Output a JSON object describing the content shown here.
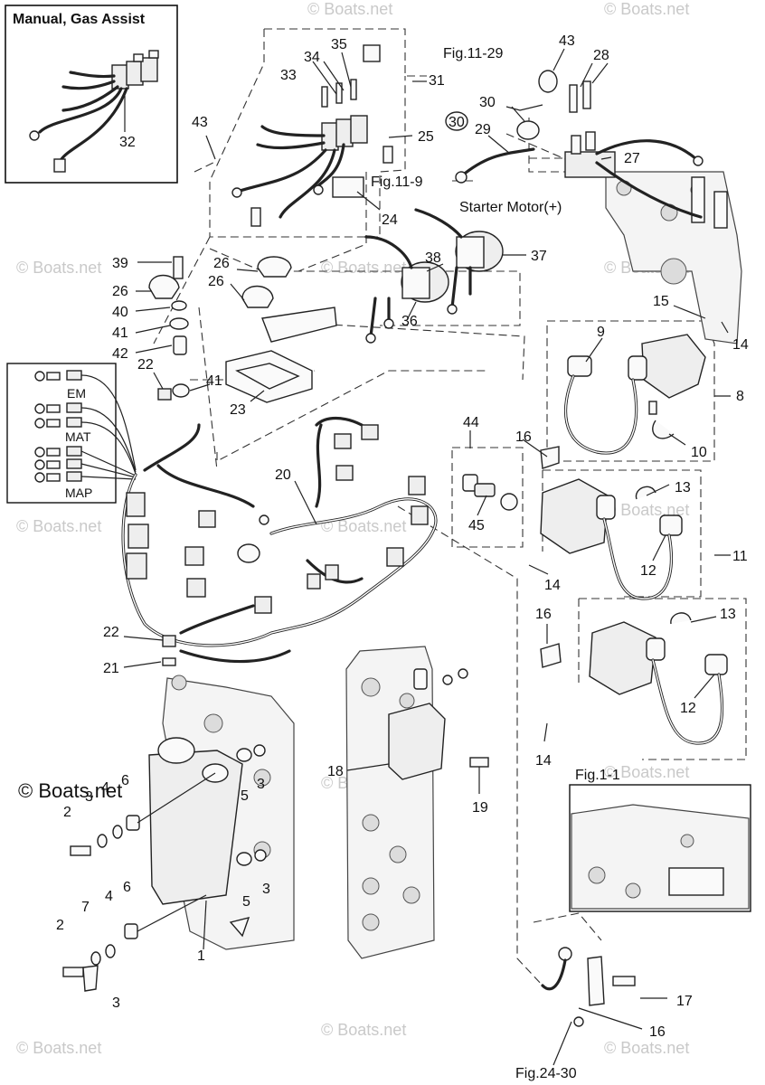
{
  "inset_title": "Manual, Gas Assist",
  "watermark": "© Boats.net",
  "sensor_box_labels": [
    "EM",
    "MAT",
    "MAP"
  ],
  "refs": {
    "fig_11_29": "Fig.11-29",
    "fig_11_9": "Fig.11-9",
    "fig_1_1": "Fig.1-1",
    "fig_24_30": "Fig.24-30",
    "starter_motor": "Starter Motor(+)"
  },
  "callouts": {
    "c32": "32",
    "c33": "33",
    "c34": "34",
    "c35": "35",
    "c31": "31",
    "c25": "25",
    "c24": "24",
    "c43a": "43",
    "c43b": "43",
    "c28": "28",
    "c30a": "30",
    "c30b": "30",
    "c29": "29",
    "c27": "27",
    "c38": "38",
    "c37": "37",
    "c36": "36",
    "c39": "39",
    "c26a": "26",
    "c26b": "26",
    "c26c": "26",
    "c40": "40",
    "c41a": "41",
    "c42": "42",
    "c22a": "22",
    "c41b": "41",
    "c23": "23",
    "c15": "15",
    "c14a": "14",
    "c9": "9",
    "c8": "8",
    "c10": "10",
    "c44": "44",
    "c16a": "16",
    "c45": "45",
    "c13a": "13",
    "c12a": "12",
    "c11": "11",
    "c14b": "14",
    "c16b": "16",
    "c13b": "13",
    "c12b": "12",
    "c14c": "14",
    "c20": "20",
    "c22b": "22",
    "c21": "21",
    "c18": "18",
    "c19": "19",
    "c2a": "2",
    "c3a": "3",
    "c4a": "4",
    "c6a": "6",
    "c5a": "5",
    "c3b": "3",
    "c5b": "5",
    "c3c": "3",
    "c2b": "2",
    "c7": "7",
    "c4b": "4",
    "c6b": "6",
    "c3d": "3",
    "c1": "1",
    "c17": "17",
    "c16c": "16"
  }
}
